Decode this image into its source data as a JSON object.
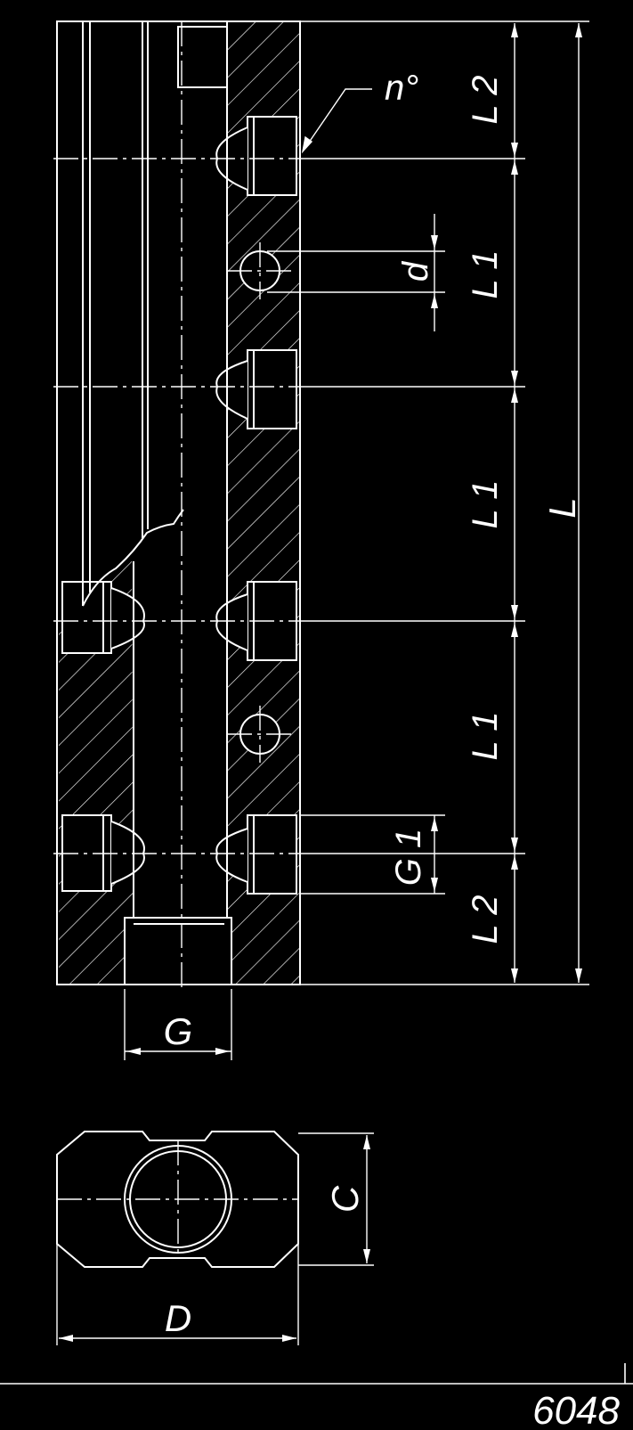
{
  "colors": {
    "background": "#000000",
    "line": "#ffffff"
  },
  "labels": {
    "n_deg": "n°",
    "L2_top": "L 2",
    "L1_a": "L 1",
    "d": "d",
    "L1_b": "L 1",
    "L": "L",
    "L1_c": "L 1",
    "G1": "G 1",
    "L2_bottom": "L 2",
    "G": "G",
    "C": "C",
    "D": "D",
    "drawing_number": "6048"
  }
}
